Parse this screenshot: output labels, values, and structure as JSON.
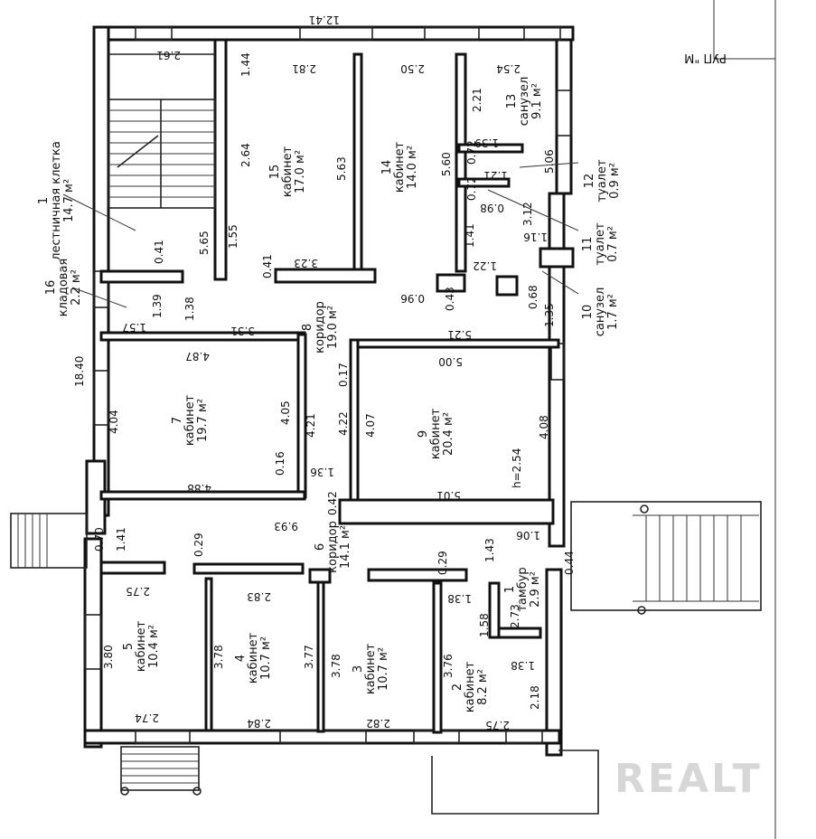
{
  "header_stamp": "РУП \"М",
  "watermark": "REALT",
  "overall": {
    "width": "12.41",
    "depth": "18.40"
  },
  "rooms": [
    {
      "no": "1",
      "name": "тамбур",
      "area": "2.9 м²"
    },
    {
      "no": "2",
      "name": "кабинет",
      "area": "8.2 м²"
    },
    {
      "no": "3",
      "name": "кабинет",
      "area": "10.7 м²"
    },
    {
      "no": "4",
      "name": "кабинет",
      "area": "10.7 м²"
    },
    {
      "no": "5",
      "name": "кабинет",
      "area": "10.4 м²"
    },
    {
      "no": "6",
      "name": "коридор",
      "area": "14.1 м²"
    },
    {
      "no": "7",
      "name": "кабинет",
      "area": "19.7 м²"
    },
    {
      "no": "8",
      "name": "коридор",
      "area": "19.0 м²"
    },
    {
      "no": "9",
      "name": "кабинет",
      "area": "20.4 м²"
    },
    {
      "no": "10",
      "name": "санузел",
      "area": "1.7 м²"
    },
    {
      "no": "11",
      "name": "туалет",
      "area": "0.7 м²"
    },
    {
      "no": "12",
      "name": "туалет",
      "area": "0.9 м²"
    },
    {
      "no": "13",
      "name": "санузел",
      "area": "9.1 м²"
    },
    {
      "no": "14",
      "name": "кабинет",
      "area": "14.0 м²"
    },
    {
      "no": "15",
      "name": "кабинет",
      "area": "17.0 м²"
    },
    {
      "no": "16",
      "name": "кладовая",
      "area": "2.2 м²"
    },
    {
      "no": "1",
      "name": "лестничная клетка",
      "area": "14.7 м²"
    }
  ],
  "dims": {
    "d261": "2.61",
    "d281": "2.81",
    "d250": "2.50",
    "d254": "2.54",
    "d144": "1.44",
    "d264": "2.64",
    "d563": "5.63",
    "d560": "5.60",
    "d221": "2.21",
    "d139": "1.39",
    "d072a": "0.72",
    "d121": "1.21",
    "d506": "5.06",
    "d072b": "0.72",
    "d098": "0.98",
    "d312": "3.12",
    "d141": "1.41",
    "d116": "1.16",
    "d565": "5.65",
    "d155": "1.55",
    "d041a": "0.41",
    "d041b": "0.41",
    "d323": "3.23",
    "d122": "1.22",
    "d096": "0.96",
    "d043": "0.43",
    "d068": "0.68",
    "d135": "1.35",
    "d139b": "1.39",
    "d138": "1.38",
    "d157": "1.57",
    "d331": "3.31",
    "d521": "5.21",
    "d487": "4.87",
    "d500": "5.00",
    "d017": "0.17",
    "d404": "4.04",
    "d405": "4.05",
    "d421": "4.21",
    "d422": "4.22",
    "d407": "4.07",
    "d408": "4.08",
    "dh": "h=2.54",
    "d016": "0.16",
    "d136": "1.36",
    "d488": "4.88",
    "d042": "0.42",
    "d501": "5.01",
    "d993": "9.93",
    "d106": "1.06",
    "d070": "0.70",
    "d141b": "1.41",
    "d029a": "0.29",
    "d029b": "0.29",
    "d143": "1.43",
    "d044": "0.44",
    "d275a": "2.75",
    "d283": "2.83",
    "d138b": "1.38",
    "d273": "2.73",
    "d158": "1.58",
    "d380": "3.80",
    "d378a": "3.78",
    "d377": "3.77",
    "d378b": "3.78",
    "d376": "3.76",
    "d138c": "1.38",
    "d218": "2.18",
    "d274": "2.74",
    "d284": "2.84",
    "d282": "2.82",
    "d275b": "2.75"
  }
}
